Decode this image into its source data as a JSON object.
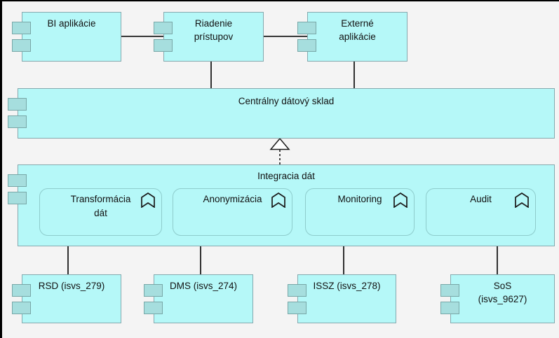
{
  "colors": {
    "background": "#f4f4f4",
    "node_fill": "#b5f8f8",
    "node_border": "#85a9ae",
    "port_fill": "#a6dede",
    "port_border": "#78a7a7",
    "function_border": "#8ecccc",
    "connector": "#1a1a1a",
    "text": "#111111"
  },
  "nodes": [
    {
      "id": "bi-aplikacie",
      "label": "BI aplikácie",
      "type": "component"
    },
    {
      "id": "riadenie-pristupov",
      "label": "Riadenie\nprístupov",
      "type": "component"
    },
    {
      "id": "externe-aplikacie",
      "label": "Externé\naplikácie",
      "type": "component"
    },
    {
      "id": "centralny-datovy-sklad",
      "label": "Centrálny dátový sklad",
      "type": "component"
    },
    {
      "id": "integracia-dat",
      "label": "Integracia dát",
      "type": "component-container"
    },
    {
      "id": "rsd",
      "label": "RSD (isvs_279)",
      "type": "component"
    },
    {
      "id": "dms",
      "label": "DMS (isvs_274)",
      "type": "component"
    },
    {
      "id": "issz",
      "label": "ISSZ (isvs_278)",
      "type": "component"
    },
    {
      "id": "sos",
      "label": "SoS\n(isvs_9627)",
      "type": "component"
    }
  ],
  "functions": [
    {
      "id": "transformacia-dat",
      "label": "Transformácia\ndát"
    },
    {
      "id": "anonymizacia",
      "label": "Anonymizácia"
    },
    {
      "id": "monitoring",
      "label": "Monitoring"
    },
    {
      "id": "audit",
      "label": "Audit"
    }
  ],
  "connectors": [
    {
      "from": "bi-aplikacie",
      "to": "riadenie-pristupov",
      "style": "solid"
    },
    {
      "from": "riadenie-pristupov",
      "to": "externe-aplikacie",
      "style": "solid"
    },
    {
      "from": "riadenie-pristupov",
      "to": "centralny-datovy-sklad",
      "style": "solid"
    },
    {
      "from": "externe-aplikacie",
      "to": "centralny-datovy-sklad",
      "style": "solid"
    },
    {
      "from": "integracia-dat",
      "to": "centralny-datovy-sklad",
      "style": "dashed-realization-triangle"
    },
    {
      "from": "integracia-dat",
      "to": "rsd",
      "style": "solid"
    },
    {
      "from": "integracia-dat",
      "to": "dms",
      "style": "solid"
    },
    {
      "from": "integracia-dat",
      "to": "issz",
      "style": "solid"
    },
    {
      "from": "integracia-dat",
      "to": "sos",
      "style": "solid"
    }
  ],
  "icons": {
    "component_port": "uml-component-port-rectangles",
    "function_marker": "archimate-function-chevron"
  }
}
